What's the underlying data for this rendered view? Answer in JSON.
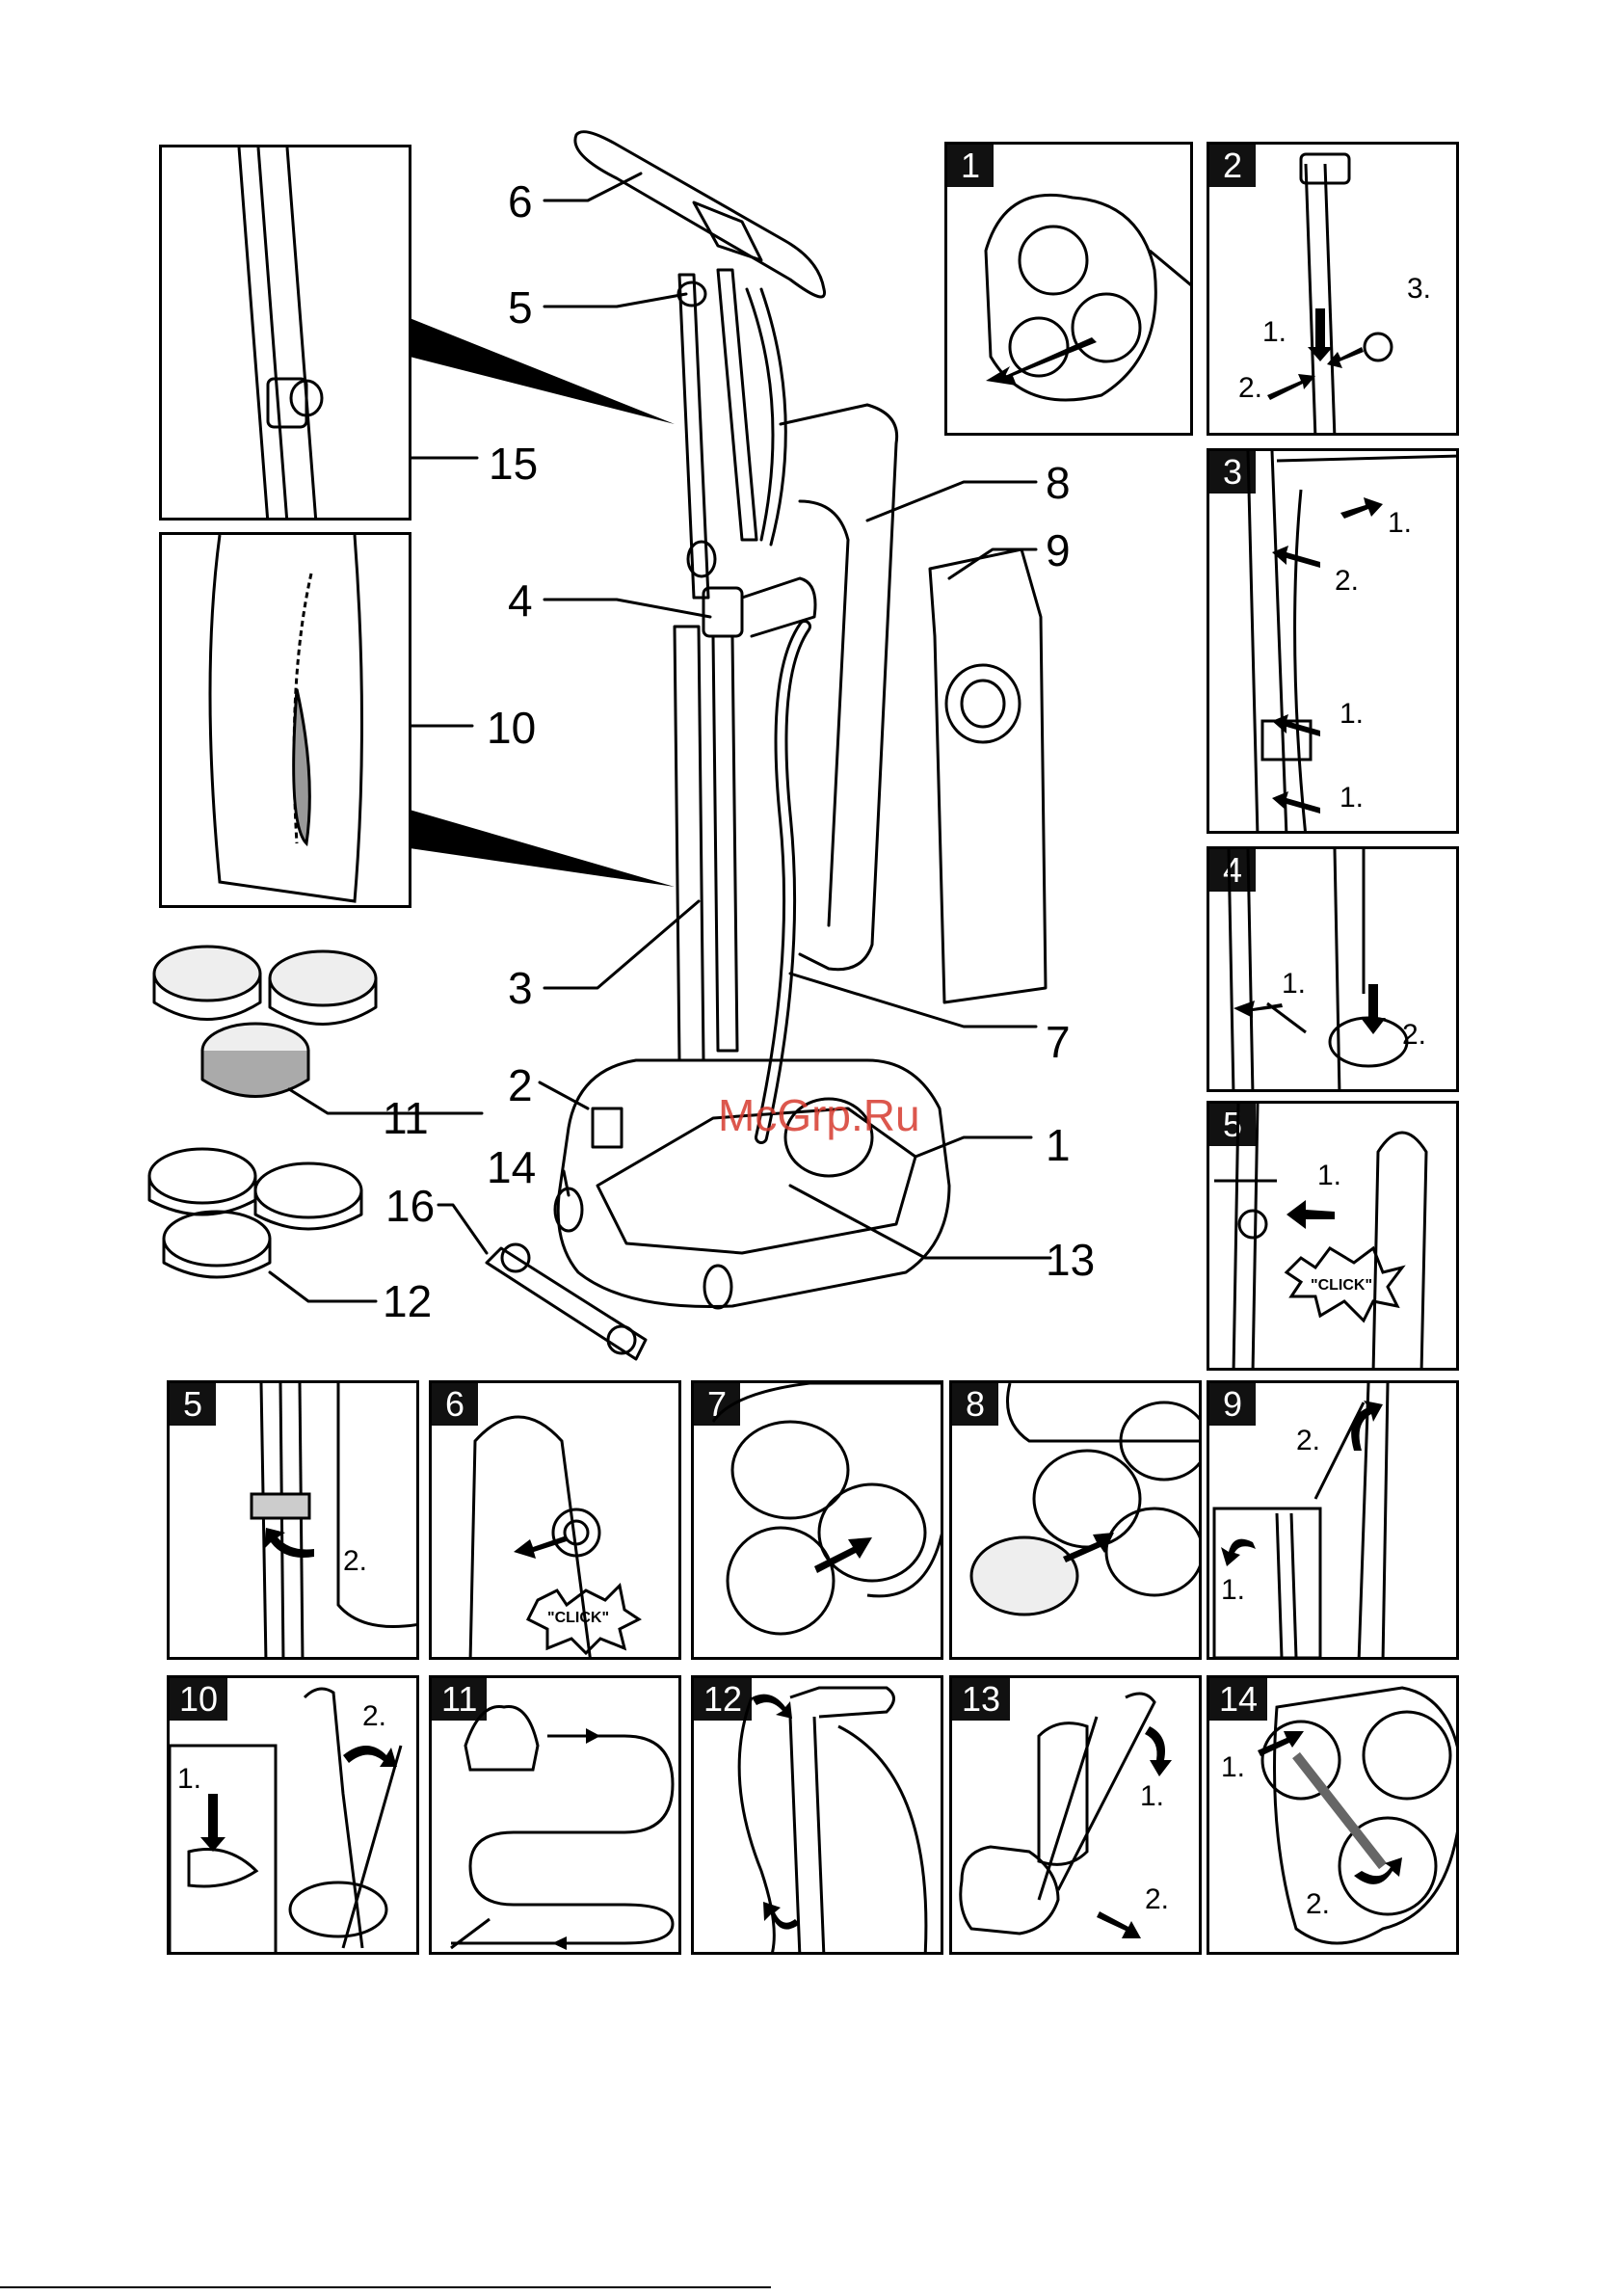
{
  "callouts": [
    "1",
    "2",
    "3",
    "4",
    "5",
    "6",
    "7",
    "8",
    "9",
    "10",
    "11",
    "12",
    "13",
    "14",
    "15",
    "16"
  ],
  "panels": [
    {
      "badge": "1"
    },
    {
      "badge": "2",
      "steps": [
        "1.",
        "2.",
        "3."
      ]
    },
    {
      "badge": "3",
      "steps": [
        "1.",
        "2.",
        "1.",
        "1."
      ]
    },
    {
      "badge": "4",
      "steps": [
        "1.",
        "2."
      ]
    },
    {
      "badge": "5",
      "steps": [
        "1."
      ],
      "click": "\"CLICK\""
    },
    {
      "badge": "5",
      "steps": [
        "2."
      ]
    },
    {
      "badge": "6",
      "click": "\"CLICK\""
    },
    {
      "badge": "7"
    },
    {
      "badge": "8"
    },
    {
      "badge": "9",
      "steps": [
        "2.",
        "1."
      ]
    },
    {
      "badge": "10",
      "steps": [
        "2.",
        "1."
      ]
    },
    {
      "badge": "11"
    },
    {
      "badge": "12"
    },
    {
      "badge": "13",
      "steps": [
        "1.",
        "2."
      ]
    },
    {
      "badge": "14",
      "steps": [
        "1.",
        "2."
      ]
    }
  ],
  "watermark": "McGrp.Ru"
}
